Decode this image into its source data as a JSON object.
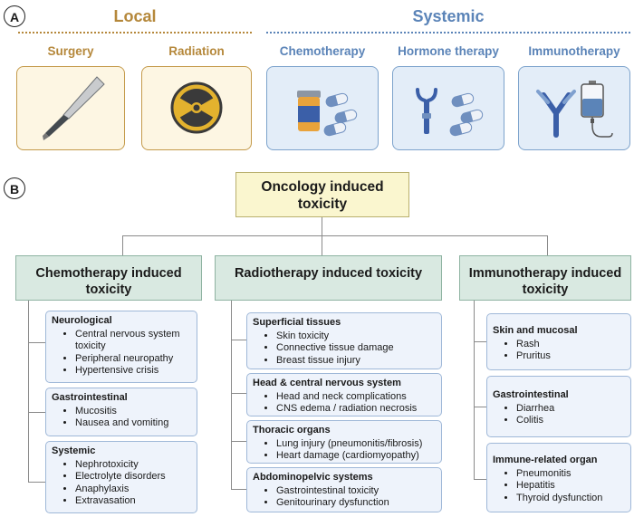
{
  "panel_a": {
    "label": "A",
    "local": {
      "title": "Local",
      "color": "#b5883b",
      "items": [
        {
          "label": "Surgery",
          "icon": "scalpel-icon"
        },
        {
          "label": "Radiation",
          "icon": "radiation-icon"
        }
      ]
    },
    "systemic": {
      "title": "Systemic",
      "color": "#5b84b8",
      "items": [
        {
          "label": "Chemotherapy",
          "icon": "pill-bottle-icon"
        },
        {
          "label": "Hormone therapy",
          "icon": "hormone-receptor-icon"
        },
        {
          "label": "Immunotherapy",
          "icon": "antibody-iv-bag-icon"
        }
      ]
    }
  },
  "panel_b": {
    "label": "B",
    "root": "Oncology induced toxicity",
    "columns": [
      {
        "header": "Chemotherapy induced toxicity",
        "groups": [
          {
            "title": "Neurological",
            "items": [
              "Central nervous system toxicity",
              "Peripheral neuropathy",
              "Hypertensive crisis"
            ]
          },
          {
            "title": "Gastrointestinal",
            "items": [
              "Mucositis",
              "Nausea and vomiting"
            ]
          },
          {
            "title": "Systemic",
            "items": [
              "Nephrotoxicity",
              "Electrolyte disorders",
              "Anaphylaxis",
              "Extravasation"
            ]
          }
        ]
      },
      {
        "header": "Radiotherapy induced toxicity",
        "groups": [
          {
            "title": "Superficial tissues",
            "items": [
              "Skin toxicity",
              "Connective tissue damage",
              "Breast tissue injury"
            ]
          },
          {
            "title": "Head & central nervous system",
            "items": [
              "Head and neck complications",
              "CNS edema / radiation necrosis"
            ]
          },
          {
            "title": "Thoracic organs",
            "items": [
              "Lung injury (pneumonitis/fibrosis)",
              "Heart damage (cardiomyopathy)"
            ]
          },
          {
            "title": "Abdominopelvic systems",
            "items": [
              "Gastrointestinal toxicity",
              "Genitourinary dysfunction"
            ]
          }
        ]
      },
      {
        "header": "Immunotherapy induced toxicity",
        "groups": [
          {
            "title": "Skin and mucosal",
            "items": [
              "Rash",
              "Pruritus"
            ]
          },
          {
            "title": "Gastrointestinal",
            "items": [
              "Diarrhea",
              "Colitis"
            ]
          },
          {
            "title": "Immune-related organ",
            "items": [
              "Pneumonitis",
              "Hepatitis",
              "Thyroid dysfunction"
            ]
          }
        ]
      }
    ]
  }
}
